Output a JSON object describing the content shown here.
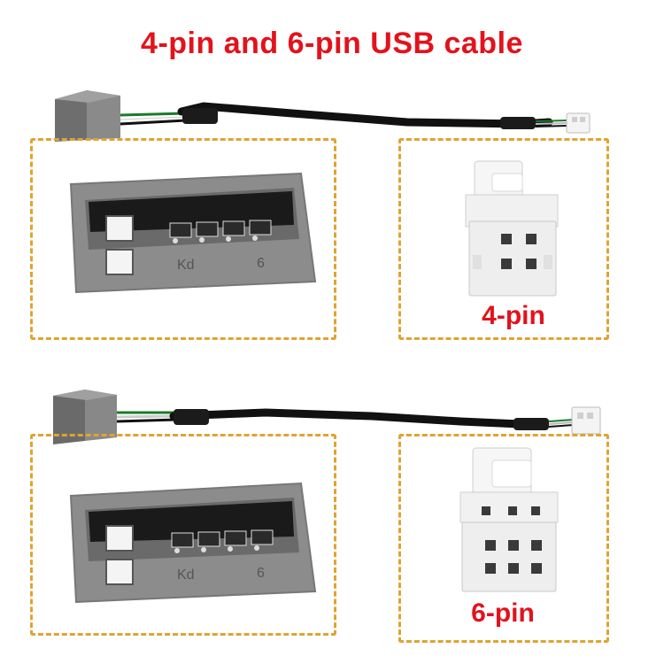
{
  "title": "4-pin and 6-pin USB cable",
  "panels": [
    {
      "label": "4-pin"
    },
    {
      "label": "6-pin"
    }
  ],
  "colors": {
    "title": "#e3121b",
    "label": "#e3121b",
    "dash": "#e0a332",
    "housing": "#8f8f8f",
    "connector": "#f2f2f2",
    "cable": "#111111"
  }
}
